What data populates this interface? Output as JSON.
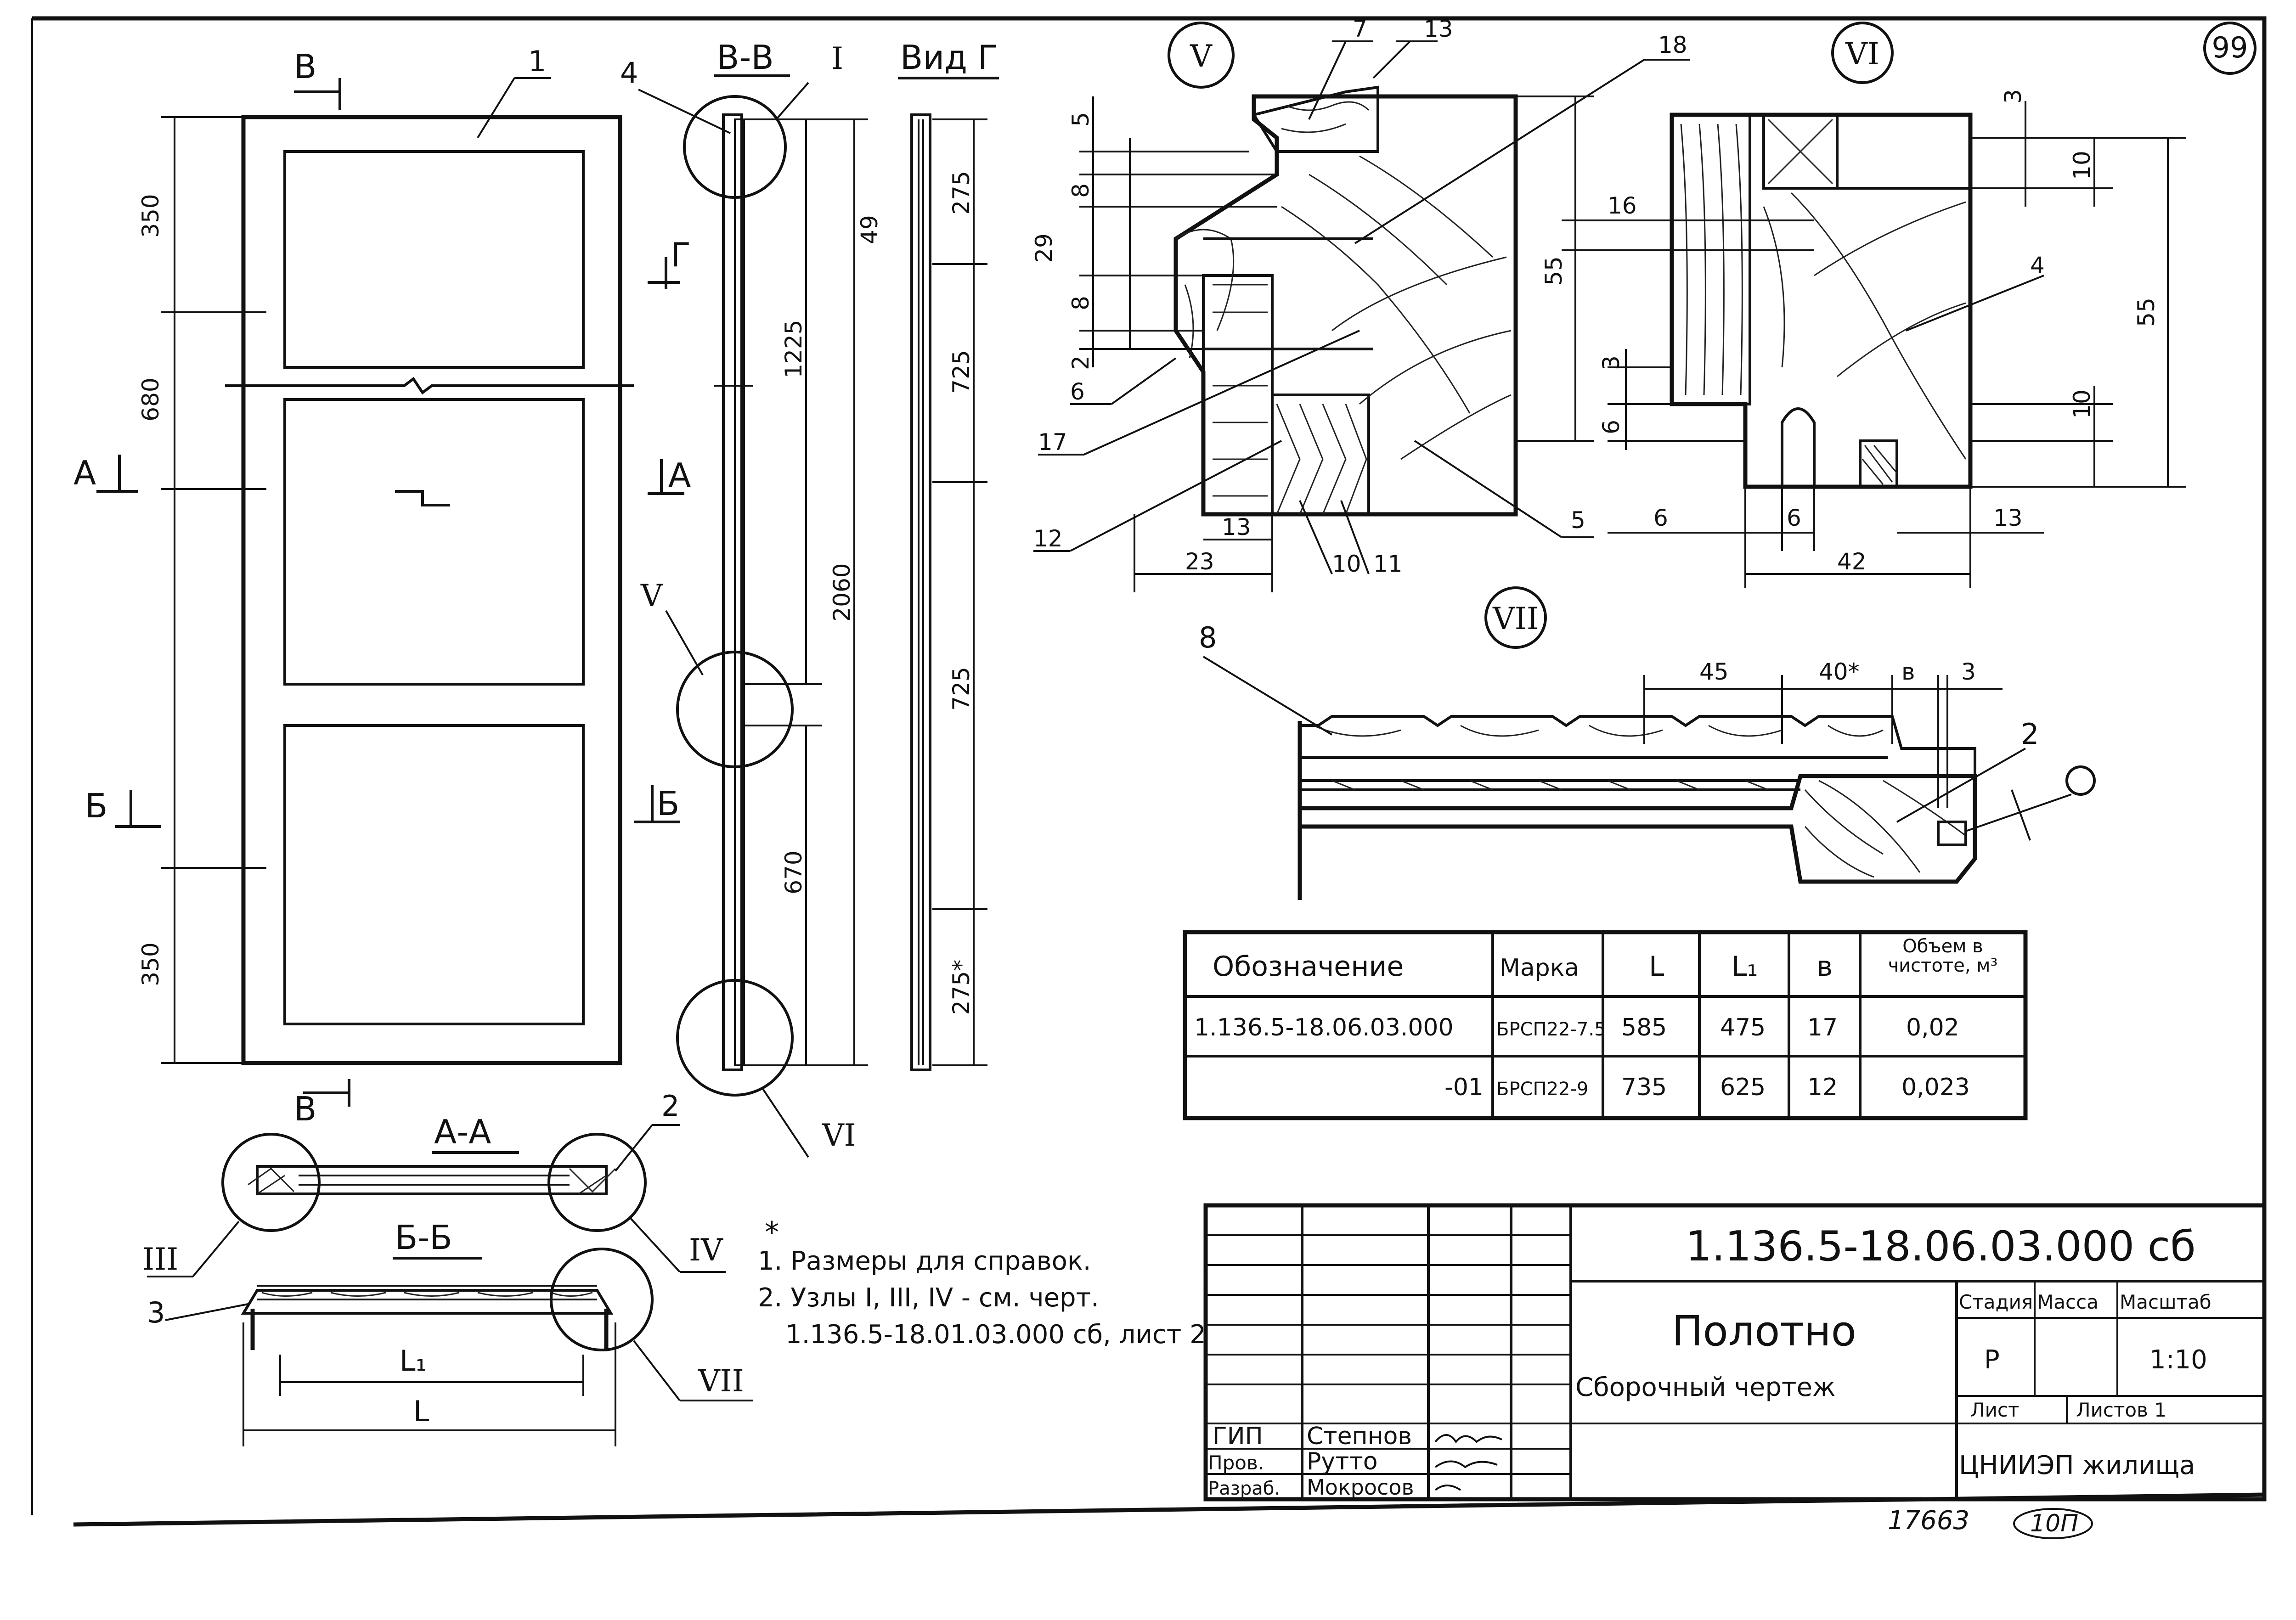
{
  "sheet": {
    "sheet_number": "99",
    "archive_number": "17663",
    "page_mark": "10П"
  },
  "door_elevation": {
    "panel_label": "1",
    "section_B_left": "В",
    "section_B_bottom": "В",
    "section_A": "А",
    "section_B2": "Б",
    "dim_top": "350",
    "dim_middle": "680",
    "dim_bottom": "350"
  },
  "section_vv": {
    "title": "В-В",
    "node_I": "I",
    "node_V": "V",
    "node_VI": "VI",
    "callout_4": "4",
    "arrow_G": "Г",
    "arrow_A": "А",
    "arrow_B": "Б",
    "dim_1225": "1225",
    "dim_2060": "2060",
    "dim_670": "670",
    "dim_49": "49"
  },
  "view_g": {
    "title": "Вид Г",
    "dim_275_top": "275",
    "dim_725_a": "725",
    "dim_725_b": "725",
    "dim_275_bottom": "275*"
  },
  "node_v": {
    "title": "V",
    "labels": [
      "7",
      "13",
      "18",
      "5",
      "8",
      "29",
      "8",
      "2",
      "6",
      "17",
      "12",
      "13",
      "23",
      "10",
      "11",
      "5",
      "55"
    ]
  },
  "node_vi": {
    "title": "VI",
    "labels": [
      "3",
      "10",
      "16",
      "4",
      "55",
      "3",
      "6",
      "10",
      "6",
      "6",
      "42",
      "13"
    ]
  },
  "node_vii": {
    "title": "VII",
    "callout_8": "8",
    "callout_2": "2",
    "dim_45": "45",
    "dim_40": "40*",
    "dim_b": "в",
    "dim_3": "3"
  },
  "section_aa": {
    "title": "А-А",
    "node_III": "III",
    "node_IV": "IV",
    "callout_2": "2"
  },
  "section_bb": {
    "title": "Б-Б",
    "callout_3": "3",
    "node_VII": "VII",
    "dim_L1": "L₁",
    "dim_L": "L"
  },
  "spec_table": {
    "headers": [
      "Обозначение",
      "Марка",
      "L",
      "L₁",
      "в",
      "Объем в чистоте, м³"
    ],
    "rows": [
      [
        "1.136.5-18.06.03.000",
        "БРСП22-7.5",
        "585",
        "475",
        "17",
        "0,02"
      ],
      [
        "-01",
        "БРСП22-9",
        "735",
        "625",
        "12",
        "0,023"
      ]
    ]
  },
  "notes": {
    "star": "*",
    "line1": "1. Размеры для справок.",
    "line2": "2. Узлы I, III, IV - см. черт.",
    "line3": "1.136.5-18.01.03.000 сб, лист 2"
  },
  "title_block": {
    "doc_code": "1.136.5-18.06.03.000 сб",
    "name": "Полотно",
    "subtitle": "Сборочный чертеж",
    "stage_label": "Стадия",
    "mass_label": "Масса",
    "scale_label": "Масштаб",
    "stage_value": "Р",
    "scale_value": "1:10",
    "sheet_label": "Лист",
    "sheets_label": "Листов 1",
    "org": "ЦНИИЭП жилища",
    "roles": [
      {
        "role": "ГИП",
        "name": "Степнов"
      },
      {
        "role": "Пров.",
        "name": "Рутто"
      },
      {
        "role": "Разраб.",
        "name": "Мокросов"
      }
    ]
  }
}
